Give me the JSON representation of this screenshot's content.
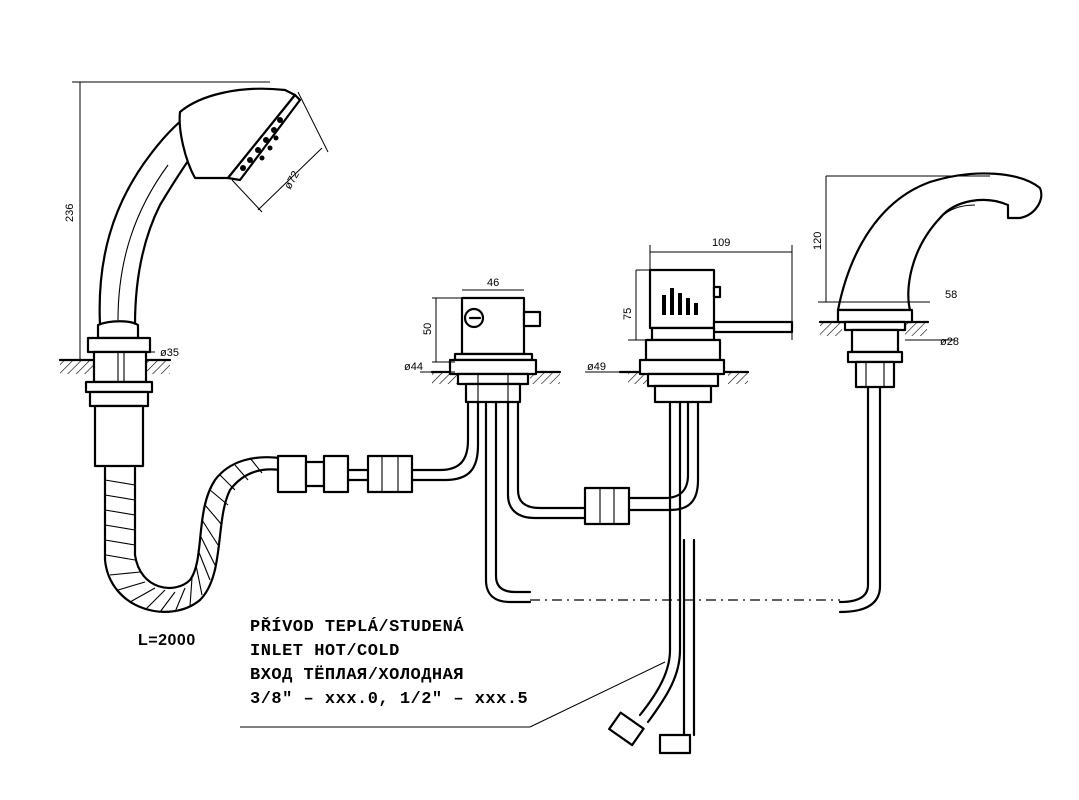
{
  "dimensions": {
    "handshower_height": "236",
    "handshower_head_dia": "ø72",
    "handshower_base_dia": "ø35",
    "diverter_width": "46",
    "diverter_height": "50",
    "diverter_base_dia": "ø44",
    "mixer_width": "109",
    "mixer_height": "75",
    "mixer_base_dia": "ø49",
    "spout_height": "120",
    "spout_base_width": "58",
    "spout_base_dia": "ø28"
  },
  "hose_length": "L=2000",
  "inlet_note": {
    "line1": "PŘÍVOD TEPLÁ/STUDENÁ",
    "line2": "INLET HOT/COLD",
    "line3": "ВХОД ТЁПЛАЯ/ХОЛОДНАЯ",
    "line4": "3/8\" – xxx.0, 1/2\" – xxx.5"
  }
}
